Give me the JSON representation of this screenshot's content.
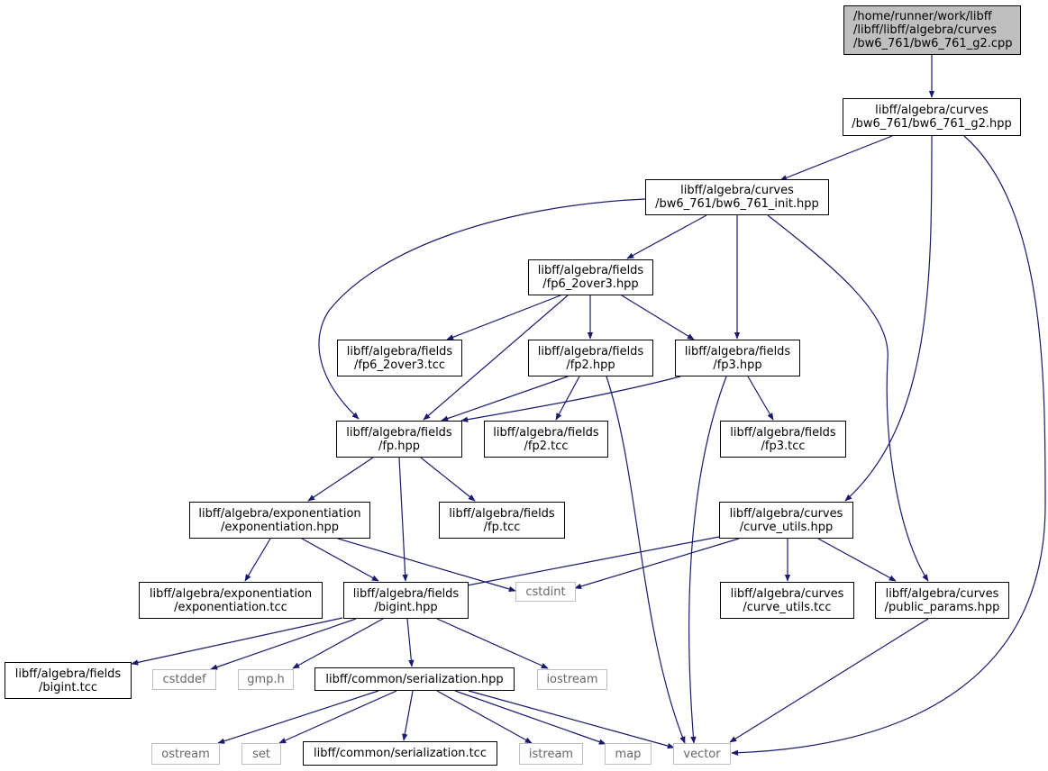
{
  "colors": {
    "edge": "#191970",
    "root_fill": "#bfbfbf",
    "std_border": "#bfbfbf"
  },
  "nodes": {
    "root": [
      "/home/runner/work/libff",
      "/libff/libff/algebra/curves",
      "/bw6_761/bw6_761_g2.cpp"
    ],
    "g2_hpp": [
      "libff/algebra/curves",
      "/bw6_761/bw6_761_g2.hpp"
    ],
    "init_hpp": [
      "libff/algebra/curves",
      "/bw6_761/bw6_761_init.hpp"
    ],
    "fp6_hpp": [
      "libff/algebra/fields",
      "/fp6_2over3.hpp"
    ],
    "fp6_tcc": [
      "libff/algebra/fields",
      "/fp6_2over3.tcc"
    ],
    "fp2_hpp": [
      "libff/algebra/fields",
      "/fp2.hpp"
    ],
    "fp3_hpp": [
      "libff/algebra/fields",
      "/fp3.hpp"
    ],
    "fp_hpp": [
      "libff/algebra/fields",
      "/fp.hpp"
    ],
    "fp2_tcc": [
      "libff/algebra/fields",
      "/fp2.tcc"
    ],
    "fp3_tcc": [
      "libff/algebra/fields",
      "/fp3.tcc"
    ],
    "expo_hpp": [
      "libff/algebra/exponentiation",
      "/exponentiation.hpp"
    ],
    "fp_tcc": [
      "libff/algebra/fields",
      "/fp.tcc"
    ],
    "curve_utils_hpp": [
      "libff/algebra/curves",
      "/curve_utils.hpp"
    ],
    "expo_tcc": [
      "libff/algebra/exponentiation",
      "/exponentiation.tcc"
    ],
    "bigint_hpp": [
      "libff/algebra/fields",
      "/bigint.hpp"
    ],
    "cstdint": [
      "cstdint"
    ],
    "curve_utils_tcc": [
      "libff/algebra/curves",
      "/curve_utils.tcc"
    ],
    "public_params_hpp": [
      "libff/algebra/curves",
      "/public_params.hpp"
    ],
    "bigint_tcc": [
      "libff/algebra/fields",
      "/bigint.tcc"
    ],
    "cstddef": [
      "cstddef"
    ],
    "gmp_h": [
      "gmp.h"
    ],
    "serialization_hpp": [
      "libff/common/serialization.hpp"
    ],
    "iostream": [
      "iostream"
    ],
    "ostream": [
      "ostream"
    ],
    "set": [
      "set"
    ],
    "serialization_tcc": [
      "libff/common/serialization.tcc"
    ],
    "istream": [
      "istream"
    ],
    "map": [
      "map"
    ],
    "vector": [
      "vector"
    ]
  }
}
